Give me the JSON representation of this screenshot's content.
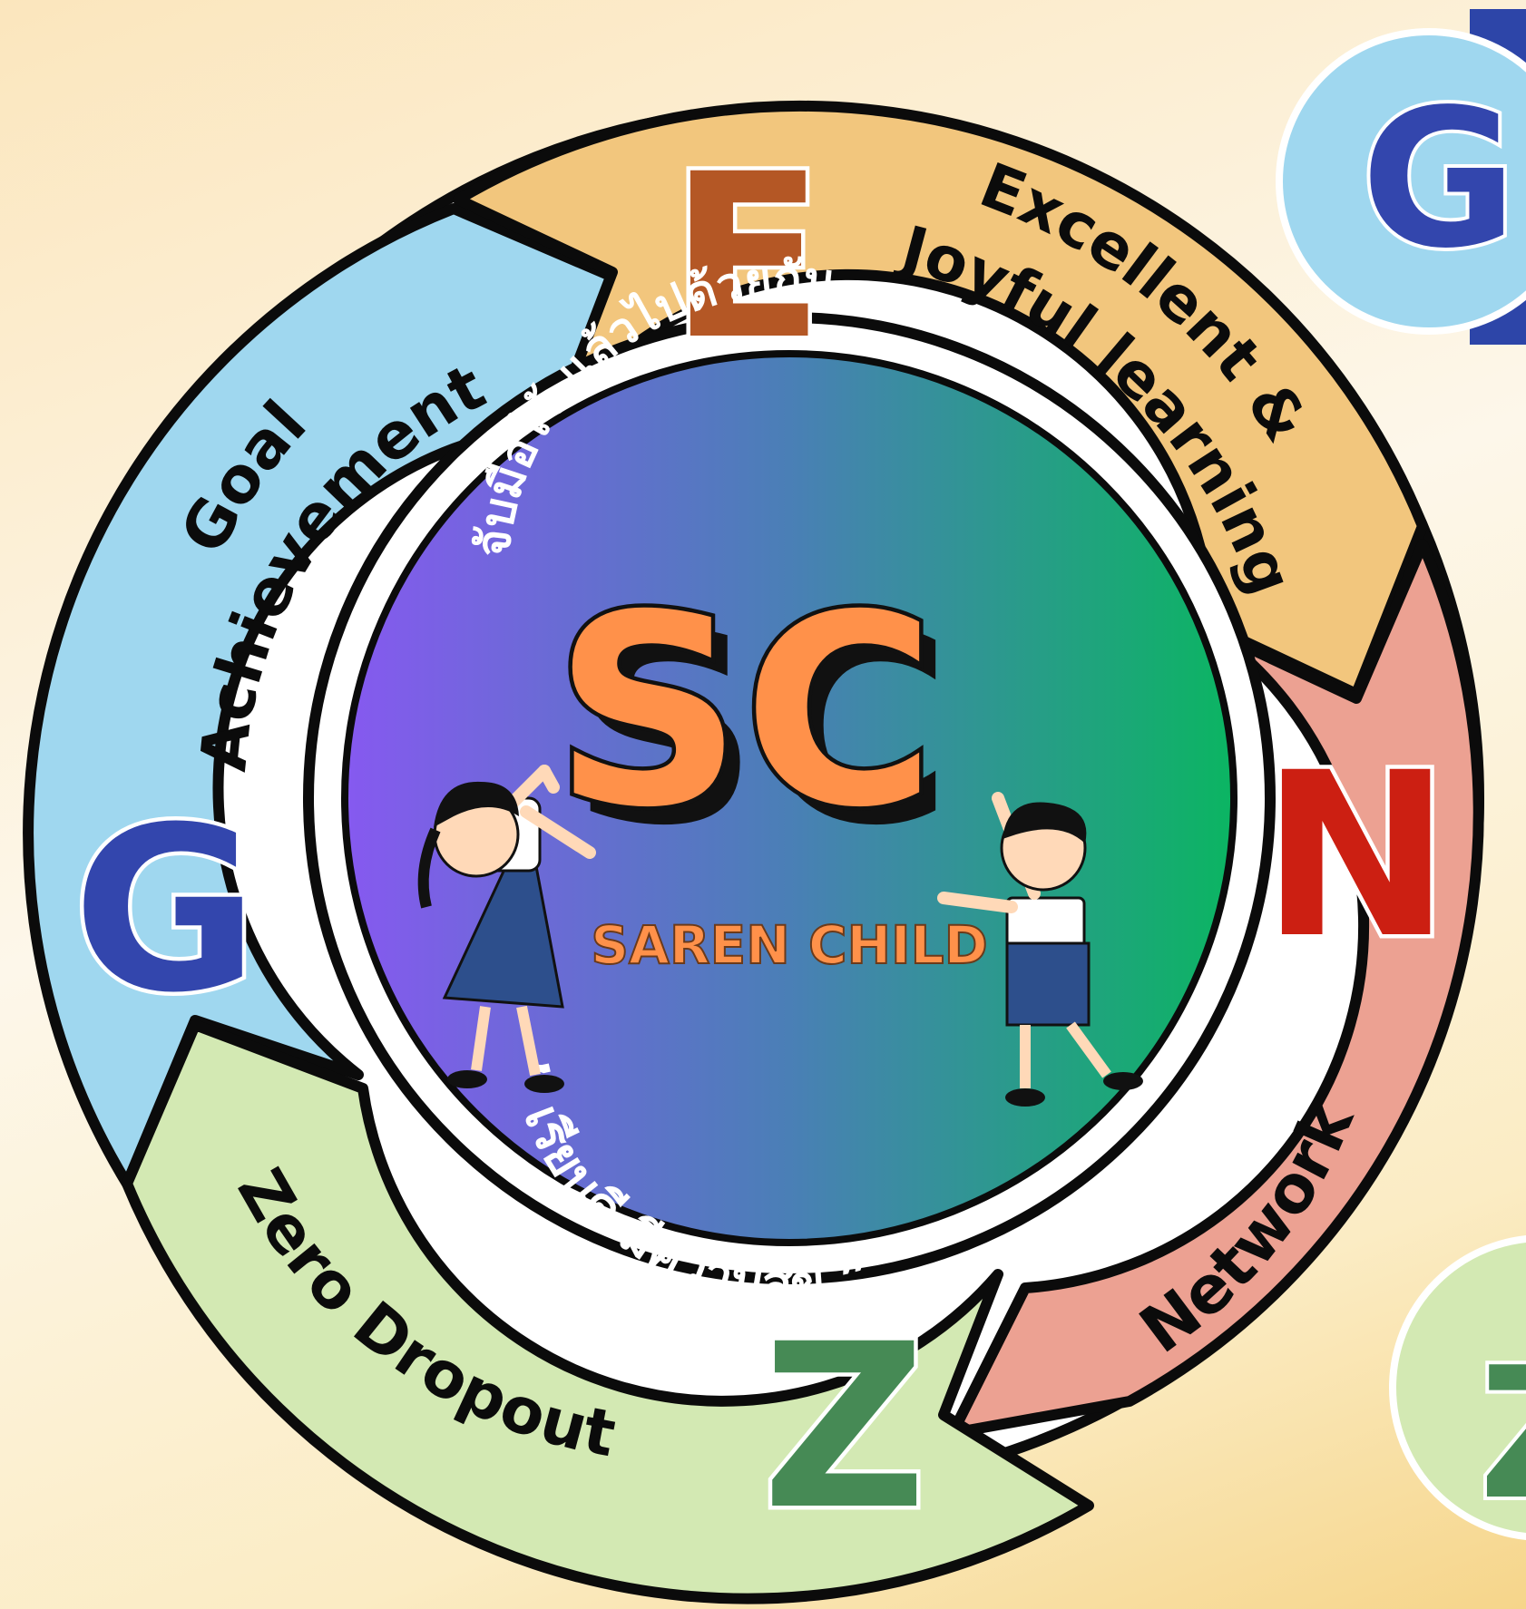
{
  "segments": {
    "goal": {
      "letter": "G",
      "line1": "Goal",
      "line2": "Achievement",
      "color": "#9fd7ef",
      "letter_color": "#3346ad"
    },
    "excellent": {
      "letter": "E",
      "line1": "Excellent &",
      "line2": "Joyful learning",
      "color": "#f2c67d",
      "letter_color": "#b45725"
    },
    "network": {
      "letter": "N",
      "line1": "Network",
      "color": "#eca192",
      "letter_color": "#cc1f12"
    },
    "zero": {
      "letter": "Z",
      "line1": "Zero Dropout",
      "color": "#d3e9b3",
      "letter_color": "#468a55"
    }
  },
  "center": {
    "motto_top": "จับมือไว้  แล้วไปด้วยกัน",
    "logo": "SC",
    "name": "SAREN CHILD",
    "motto_bottom": "” เรียนดี มีความสุข ”",
    "logo_color": "#ff914a",
    "gradient_left": "#8659f0",
    "gradient_right": "#0bb562"
  },
  "side_badges": {
    "top": {
      "letter": "G",
      "color": "#9fd7ef",
      "letter_color": "#3346ad"
    },
    "bottom": {
      "letter": "Z",
      "color": "#d3e9b3",
      "letter_color": "#468a55"
    }
  }
}
